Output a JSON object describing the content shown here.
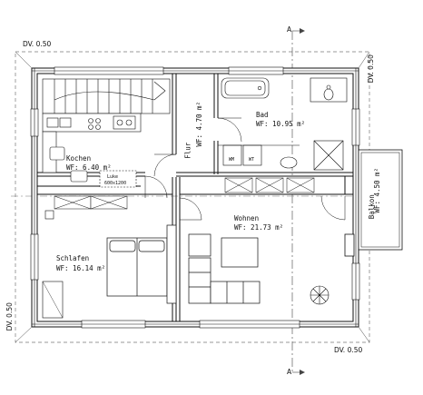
{
  "dimension_markers": {
    "top": "DV. 0.50",
    "right": "DV. 0.50",
    "bottom": "DV. 0.50",
    "left": "DV. 0.50"
  },
  "section_marker": "A",
  "rooms": {
    "kochen": {
      "name": "Kochen",
      "area": "WF: 6.40 m²"
    },
    "flur": {
      "name": "Flur",
      "area": "WF: 4.70 m²"
    },
    "bad": {
      "name": "Bad",
      "area": "WF: 10.95 m²"
    },
    "schlafen": {
      "name": "Schlafen",
      "area": "WF: 16.14 m²"
    },
    "wohnen": {
      "name": "Wohnen",
      "area": "WF: 21.73 m²"
    },
    "balkon": {
      "name": "Balkon",
      "area": "WF: 4.50 m²"
    }
  },
  "luke": {
    "label": "Luke",
    "size": "600x1200"
  },
  "washer_labels": {
    "washer": "WM",
    "dryer": "WT"
  }
}
